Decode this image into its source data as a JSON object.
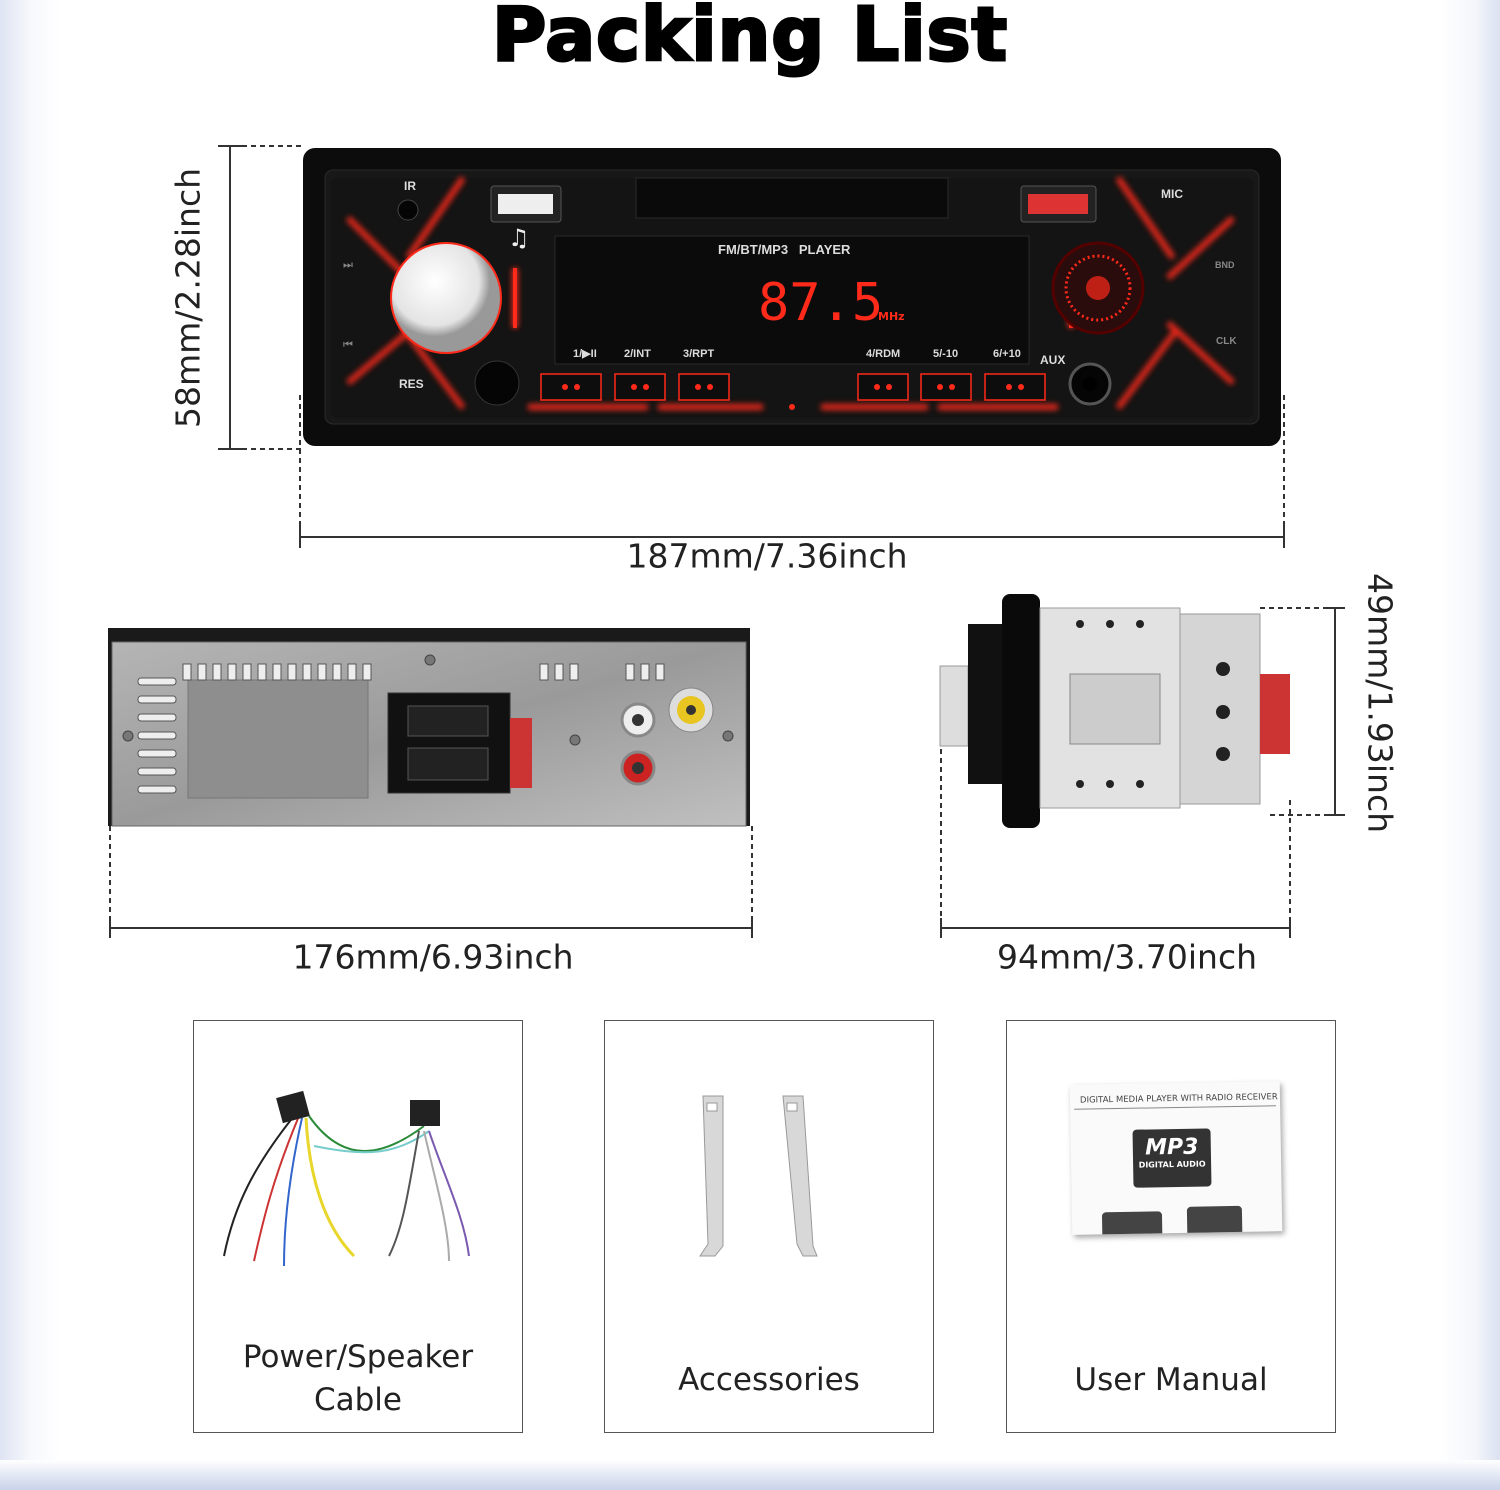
{
  "title": "Packing List",
  "dimensions": {
    "front_height": "58mm/2.28inch",
    "front_width": "187mm/7.36inch",
    "back_width": "176mm/6.93inch",
    "side_height": "49mm/1.93inch",
    "side_depth": "94mm/3.70inch"
  },
  "radio_face": {
    "ir_label": "IR",
    "mic_label": "MIC",
    "display_header": "FM/BT/MP3   PLAYER",
    "frequency": "87.5",
    "frequency_unit": "MHz",
    "res_label": "RES",
    "aux_label": "AUX",
    "bnd_label": "BND",
    "clk_label": "CLK",
    "presets": [
      "1/▶II",
      "2/INT",
      "3/RPT",
      "4/RDM",
      "5/-10",
      "6/+10"
    ],
    "accent_color": "#ff2a1a"
  },
  "items": [
    {
      "label_line1": "Power/Speaker",
      "label_line2": "Cable"
    },
    {
      "label_line1": "Accessories",
      "label_line2": ""
    },
    {
      "label_line1": "User Manual",
      "label_line2": ""
    }
  ],
  "manual": {
    "header": "DIGITAL MEDIA PLAYER WITH RADIO RECEIVER",
    "logo_main": "MP3",
    "logo_sub": "DIGITAL AUDIO"
  }
}
